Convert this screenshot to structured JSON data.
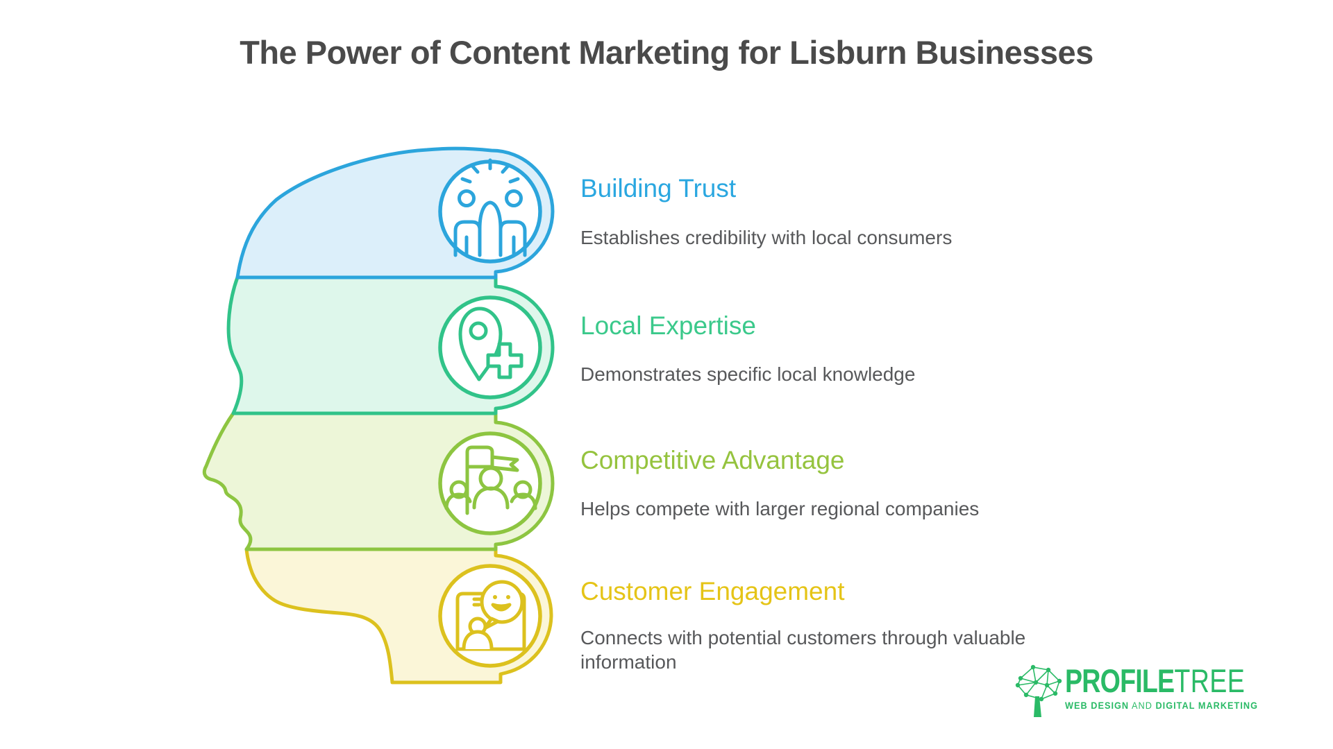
{
  "title": "The Power of Content Marketing for Lisburn Businesses",
  "sections": [
    {
      "label": "Building Trust",
      "description": "Establishes credibility with local consumers",
      "color": "#2AA7E0",
      "fill": "#DCEFFA",
      "icon": "high-five-icon"
    },
    {
      "label": "Local Expertise",
      "description": "Demonstrates specific local knowledge",
      "color": "#3BC98B",
      "fill": "#DEF7EB",
      "icon": "location-pin-medical-icon"
    },
    {
      "label": "Competitive Advantage",
      "description": "Helps compete with larger regional companies",
      "color": "#95C33E",
      "fill": "#EDF6D8",
      "icon": "team-flag-icon"
    },
    {
      "label": "Customer Engagement",
      "description": "Connects with potential customers through valuable information",
      "color": "#E5C417",
      "fill": "#FBF6D8",
      "icon": "phone-chat-smiley-icon"
    }
  ],
  "logo": {
    "brand_bold": "PROFILE",
    "brand_light": "TREE",
    "tagline_web": "WEB DESIGN",
    "tagline_and": " AND ",
    "tagline_digital": "DIGITAL MARKETING",
    "color": "#2ABA66"
  }
}
